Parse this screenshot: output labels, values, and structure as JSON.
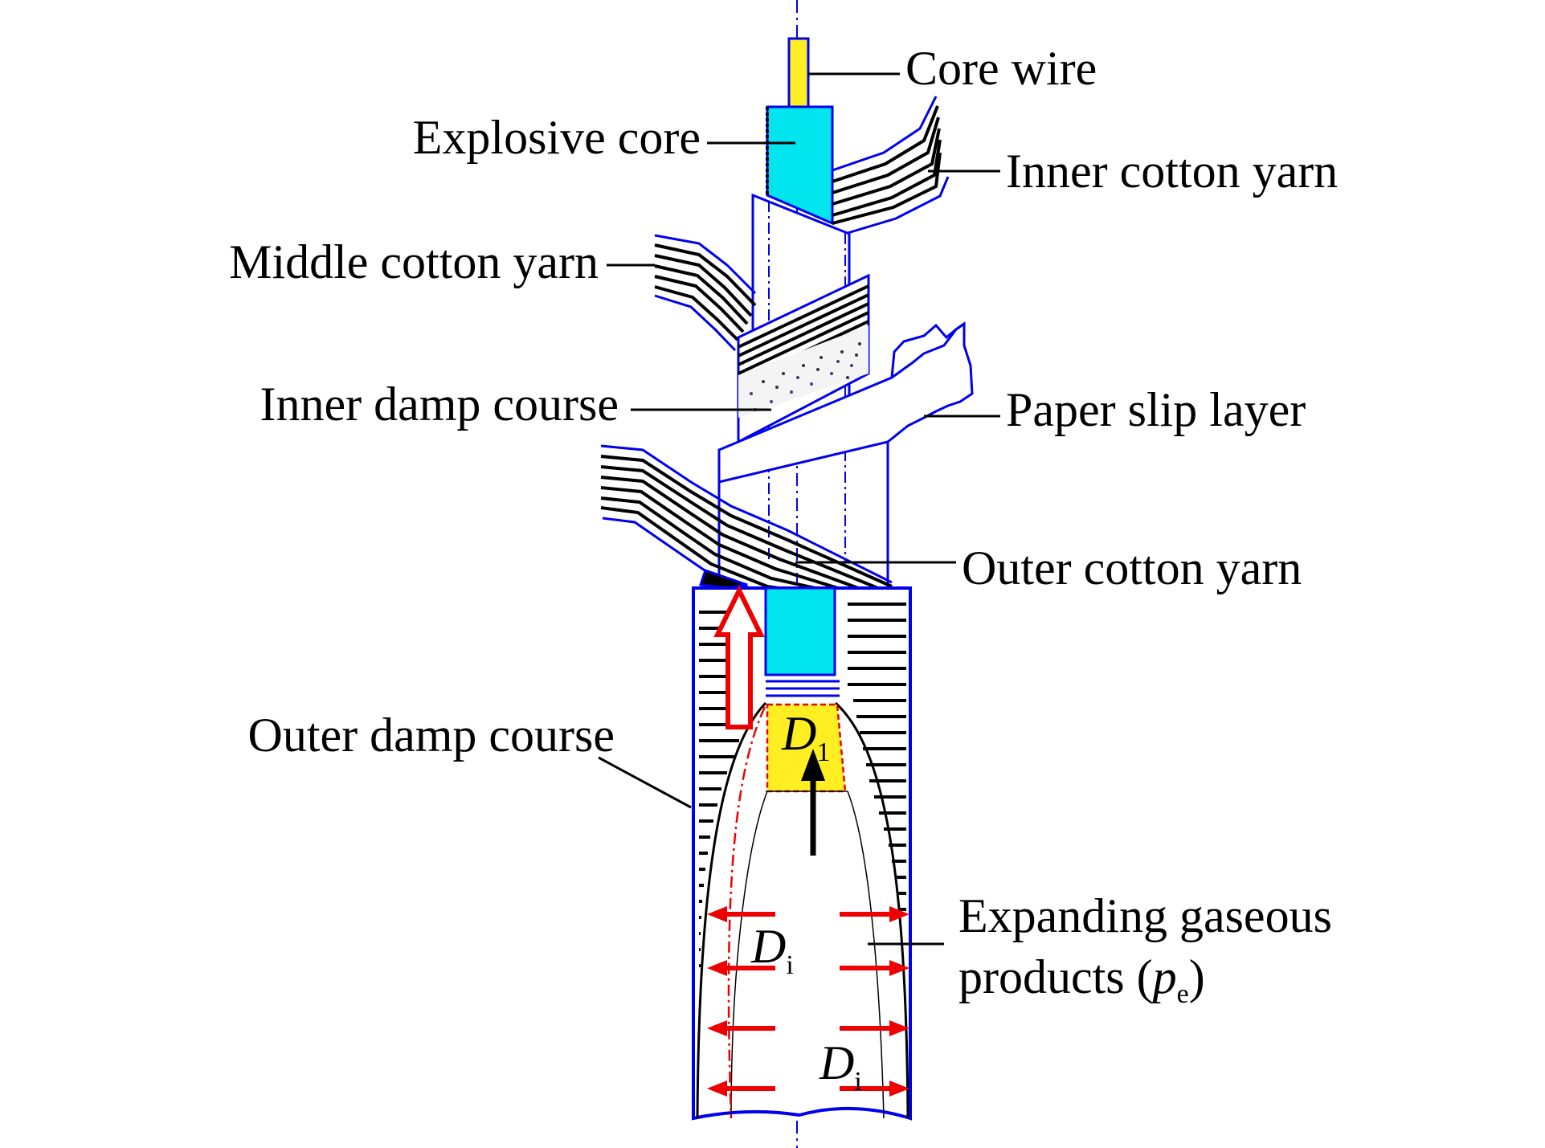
{
  "labels": {
    "core_wire": "Core wire",
    "explosive_core": "Explosive core",
    "inner_cotton_yarn": "Inner cotton yarn",
    "middle_cotton_yarn": "Middle cotton yarn",
    "inner_damp_course": "Inner damp course",
    "paper_slip_layer": "Paper slip layer",
    "outer_cotton_yarn": "Outer cotton yarn",
    "outer_damp_course": "Outer damp course",
    "expanding_line1": "Expanding gaseous",
    "expanding_line2_prefix": "products (",
    "expanding_symbol": "p",
    "expanding_symbol_sub": "e",
    "expanding_line2_suffix": ")"
  },
  "symbols": {
    "d1_letter": "D",
    "d1_sub": "1",
    "di_letter": "D",
    "di_sub": "i"
  },
  "colors": {
    "outline_blue": "#0000ee",
    "explosive_cyan": "#00e5ee",
    "core_yellow": "#ffee22",
    "arrow_red": "#ee0000",
    "yarn_black": "#000000"
  }
}
